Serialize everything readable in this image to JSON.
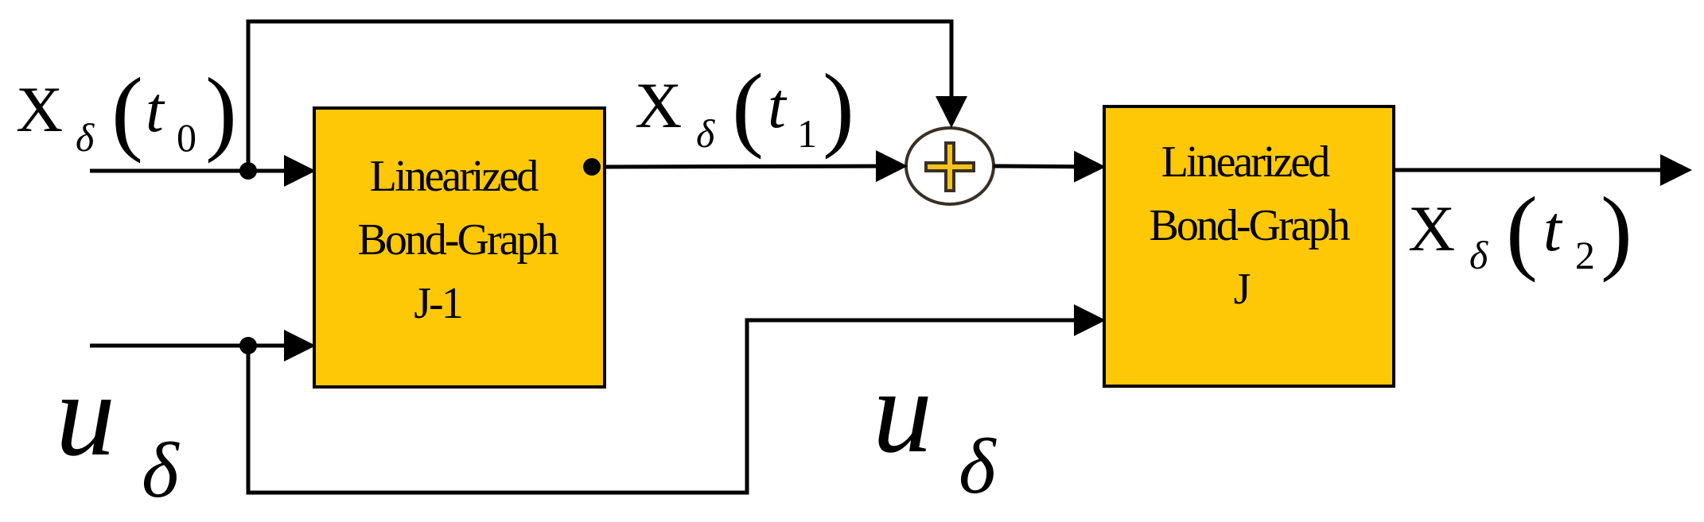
{
  "colors": {
    "block_fill": "#fec806",
    "stroke": "#000000",
    "adder_stroke": "#3a3026",
    "adder_plus": "#f7c31a"
  },
  "blocks": {
    "first": {
      "line1": "Linearized",
      "line2": "Bond-Graph",
      "line3": "J-1"
    },
    "second": {
      "line1": "Linearized",
      "line2": "Bond-Graph",
      "line3": "J"
    }
  },
  "summing_junction": {
    "symbol": "+"
  },
  "labels": {
    "x_t0": {
      "base": "X",
      "sub": "δ",
      "open": "(",
      "var": "t",
      "var_sub": "0",
      "close": ")"
    },
    "x_t1": {
      "base": "X",
      "sub": "δ",
      "open": "(",
      "var": "t",
      "var_sub": "1",
      "close": ")"
    },
    "x_t2": {
      "base": "X",
      "sub": "δ",
      "open": "(",
      "var": "t",
      "var_sub": "2",
      "close": ")"
    },
    "u_left": {
      "base": "u",
      "sub": "δ"
    },
    "u_mid": {
      "base": "u",
      "sub": "δ"
    }
  }
}
